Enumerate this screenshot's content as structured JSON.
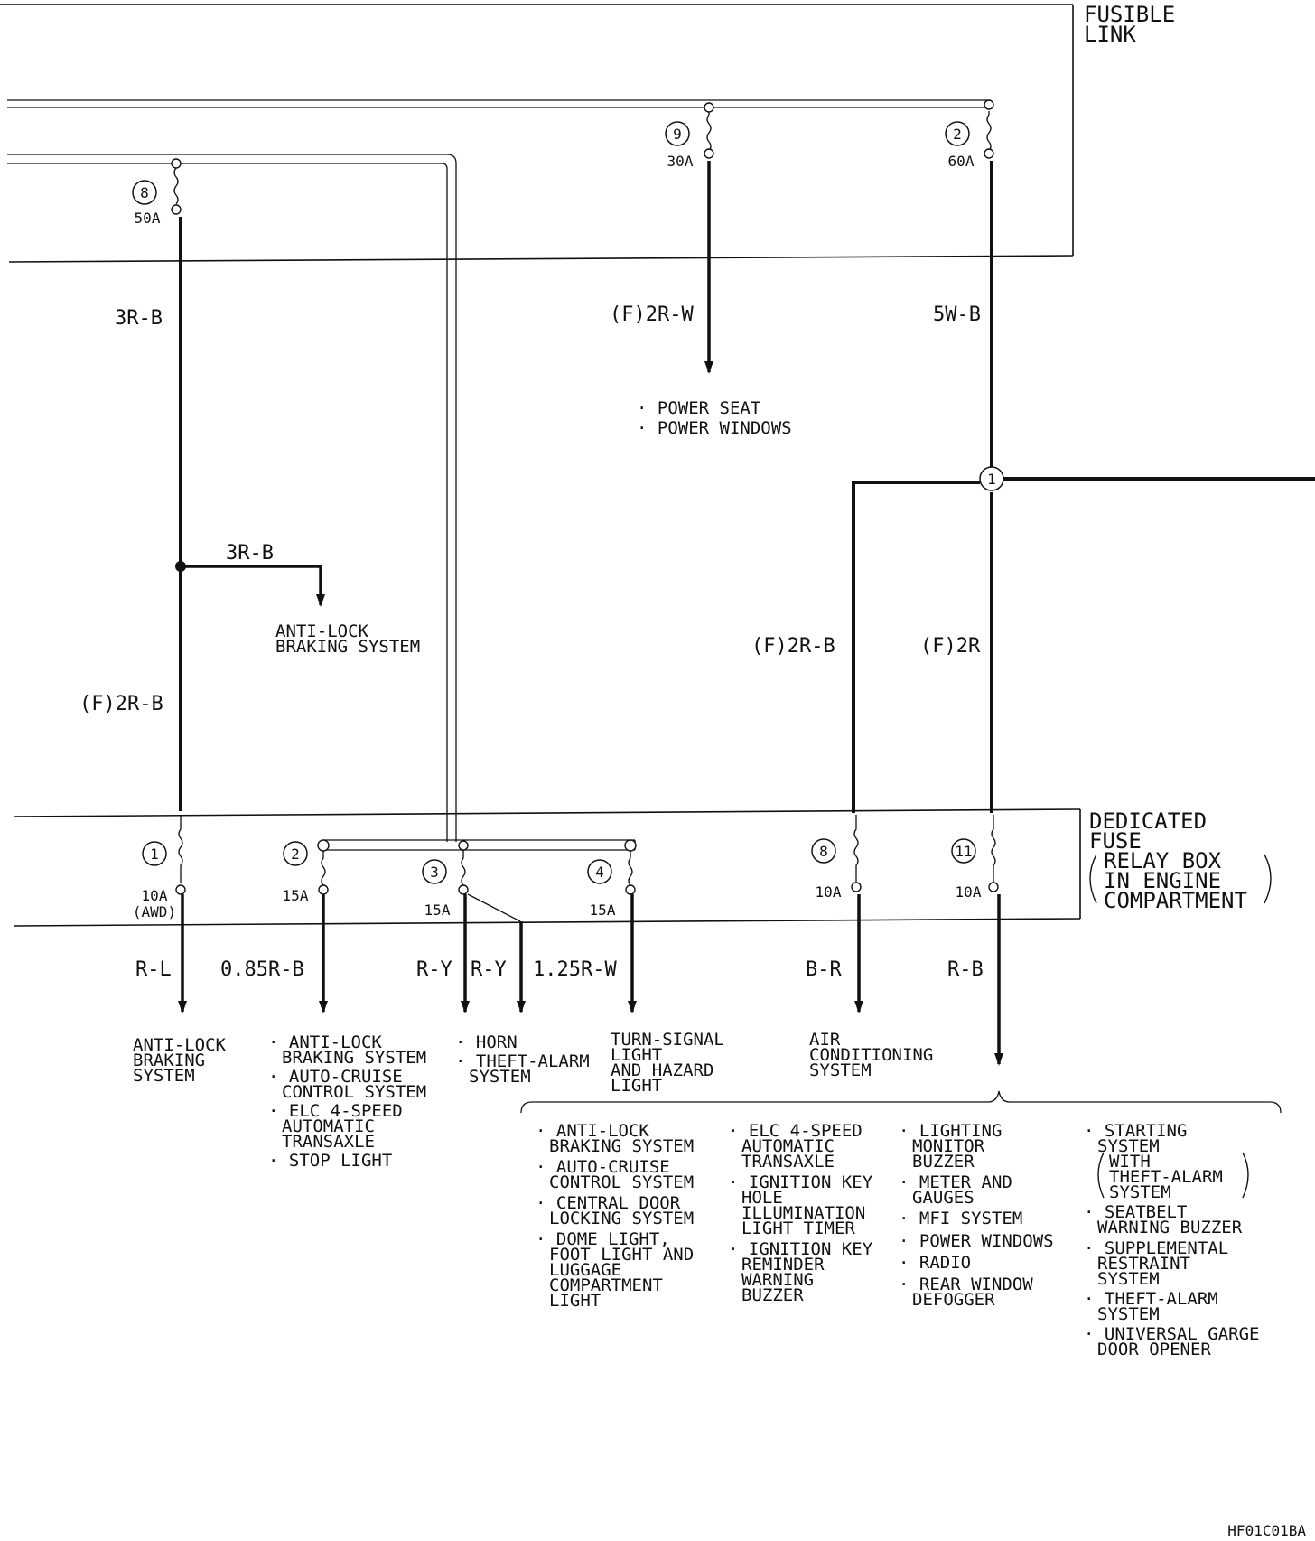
{
  "fusible_link": {
    "title_line1": "FUSIBLE",
    "title_line2": "LINK"
  },
  "fusible_fuses": [
    {
      "num": "8",
      "amps": "50A"
    },
    {
      "num": "9",
      "amps": "30A"
    },
    {
      "num": "2",
      "amps": "60A"
    }
  ],
  "wires": {
    "left_upper": "3R-B",
    "left_branch": "3R-B",
    "left_lower": "(F)2R-B",
    "mid_top": "(F)2R-W",
    "right_top": "5W-B",
    "right_ac_feed": "(F)2R-B",
    "right_main_feed": "(F)2R",
    "out_1": "R-L",
    "out_2": "0.85R-B",
    "out_3a": "R-Y",
    "out_3b": "R-Y",
    "out_4": "1.25R-W",
    "out_8": "B-R",
    "out_11": "R-B"
  },
  "junction": {
    "num": "1"
  },
  "branch_loads": {
    "power": [
      "· POWER SEAT",
      "· POWER WINDOWS"
    ],
    "abs": [
      "ANTI-LOCK",
      "BRAKING SYSTEM"
    ]
  },
  "dedicated_fuse": {
    "title": [
      "DEDICATED",
      "FUSE",
      "RELAY BOX",
      "IN ENGINE",
      "COMPARTMENT"
    ],
    "fuses": [
      {
        "num": "1",
        "amps": "10A",
        "note": "(AWD)"
      },
      {
        "num": "2",
        "amps": "15A"
      },
      {
        "num": "3",
        "amps": "15A"
      },
      {
        "num": "4",
        "amps": "15A"
      },
      {
        "num": "8",
        "amps": "10A"
      },
      {
        "num": "11",
        "amps": "10A"
      }
    ]
  },
  "loads": {
    "fuse1": [
      "ANTI-LOCK",
      "BRAKING",
      "SYSTEM"
    ],
    "fuse2": [
      "· ANTI-LOCK",
      "BRAKING SYSTEM",
      "· AUTO-CRUISE",
      "CONTROL SYSTEM",
      "· ELC 4-SPEED",
      "AUTOMATIC",
      "TRANSAXLE",
      "· STOP LIGHT"
    ],
    "fuse3": [
      "· HORN",
      "· THEFT-ALARM",
      "SYSTEM"
    ],
    "fuse4": [
      "TURN-SIGNAL",
      "LIGHT",
      "AND HAZARD",
      "LIGHT"
    ],
    "fuse8": [
      "AIR",
      "CONDITIONING",
      "SYSTEM"
    ],
    "fuse11_col1": [
      "· ANTI-LOCK",
      "BRAKING SYSTEM",
      "· AUTO-CRUISE",
      "CONTROL SYSTEM",
      "· CENTRAL DOOR",
      "LOCKING SYSTEM",
      "· DOME LIGHT,",
      "FOOT LIGHT AND",
      "LUGGAGE",
      "COMPARTMENT",
      "LIGHT"
    ],
    "fuse11_col2": [
      "· ELC 4-SPEED",
      "AUTOMATIC",
      "TRANSAXLE",
      "· IGNITION KEY",
      "HOLE",
      "ILLUMINATION",
      "LIGHT TIMER",
      "· IGNITION KEY",
      "REMINDER",
      "WARNING",
      "BUZZER"
    ],
    "fuse11_col3": [
      "· LIGHTING",
      "MONITOR",
      "BUZZER",
      "· METER AND",
      "GAUGES",
      "· MFI SYSTEM",
      "· POWER WINDOWS",
      "· RADIO",
      "· REAR WINDOW",
      "DEFOGGER"
    ],
    "fuse11_col4": [
      "· STARTING",
      "SYSTEM",
      "WITH",
      "THEFT-ALARM",
      "SYSTEM",
      "· SEATBELT",
      "WARNING BUZZER",
      "· SUPPLEMENTAL",
      "RESTRAINT",
      "SYSTEM",
      "· THEFT-ALARM",
      "SYSTEM",
      "· UNIVERSAL GARGE",
      "DOOR OPENER"
    ]
  },
  "figure_code": "HF01C01BA"
}
